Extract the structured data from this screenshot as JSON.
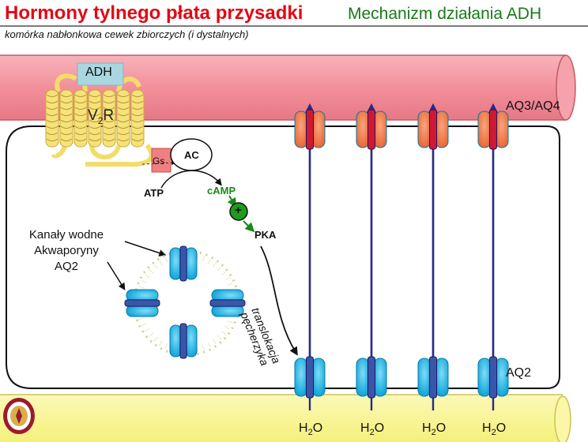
{
  "header": {
    "title": "Hormony tylnego płata przysadki",
    "topic": "Mechanizm działania ADH",
    "subtitle": "komórka nabłonkowa cewek zbiorczych (i dystalnych)"
  },
  "receptor": {
    "hormone": "ADH",
    "name_main": "V",
    "name_sub": "2",
    "name_tail": "R",
    "g_protein": "Gs",
    "enzyme": "AC"
  },
  "signaling": {
    "substrate": "ATP",
    "second_messenger": "cAMP",
    "activation_sign": "+",
    "kinase": "PKA",
    "translocation_line1": "translokacja",
    "translocation_line2": "pęcherzyka"
  },
  "channels": {
    "vesicle_label_line1": "Kanały wodne",
    "vesicle_label_line2": "Akwaporyny",
    "vesicle_label_line3": "AQ2",
    "apical_label": "AQ2",
    "basolateral_label": "AQ3/AQ4",
    "water_main": "H",
    "water_sub": "2",
    "water_tail": "O"
  },
  "colors": {
    "title": "#e30613",
    "topic": "#1a7a1a",
    "blood_vessel": "#f39aa4",
    "lumen": "#fbf7a6",
    "aquaporin": "#19b6e8",
    "aq34": "#f07b4e",
    "arrow": "#2a2a86",
    "camp": "#188a18",
    "gs_box": "#f08080"
  }
}
